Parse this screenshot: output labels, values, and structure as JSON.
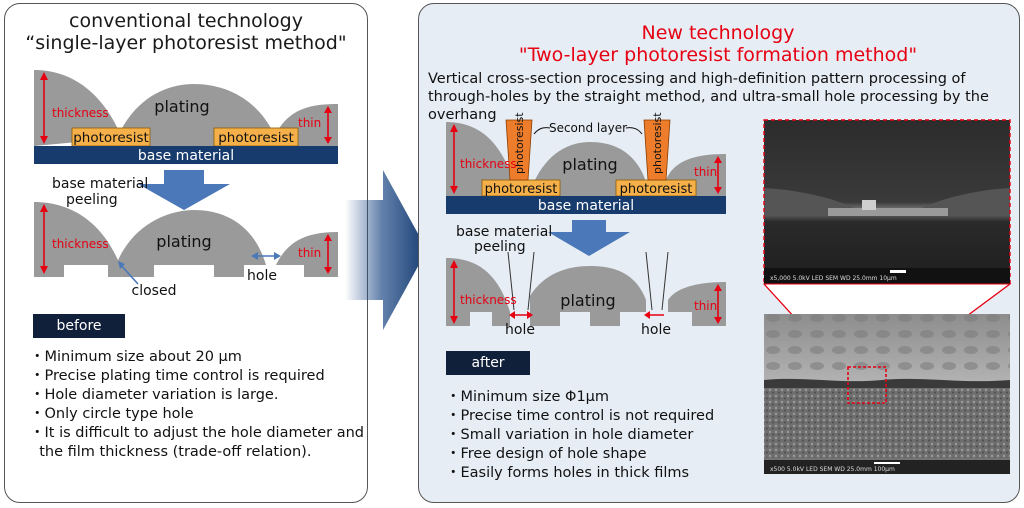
{
  "left": {
    "title_line1": "conventional technology",
    "title_line2": "“single-layer photoresist method\"",
    "diagram": {
      "thickness": "thickness",
      "plating": "plating",
      "thin": "thin",
      "photoresist": "photoresist",
      "base_material": "base material",
      "peeling_line1": "base material",
      "peeling_line2": "peeling",
      "closed": "closed",
      "hole": "hole"
    },
    "badge": "before",
    "bullets": [
      "・Minimum size about 20 µm",
      "・Precise plating time control is required",
      "・Hole diameter variation is large.",
      "・Only circle type hole",
      "・It is difficult to adjust the hole diameter and",
      "  the film thickness (trade-off relation)."
    ]
  },
  "right": {
    "title_line1": "New technology",
    "title_line2": "\"Two-layer photoresist formation method\"",
    "description_line1": "Vertical cross-section processing and high-definition pattern processing of",
    "description_line2": "through-holes by the straight method, and ultra-small hole processing by the overhang",
    "diagram": {
      "second_layer": "Second layer",
      "thickness": "thickness",
      "plating": "plating",
      "thin": "thin",
      "photoresist": "photoresist",
      "base_material": "base material",
      "peeling_line1": "base material",
      "peeling_line2": "peeling",
      "hole": "hole"
    },
    "badge": "after",
    "bullets": [
      "・Minimum size Φ1µm",
      "・Precise time control is not required",
      "・Small variation in hole diameter",
      "・Free design of hole shape",
      "・Easily forms holes in thick films"
    ],
    "sem_top_caption": "x5,000   5.0kV  LED   SEM   WD 25.0mm   10µm",
    "sem_bottom_caption": "x500   5.0kV  LED   SEM   WD 25.0mm   100µm"
  },
  "colors": {
    "plating": "#9a9a9a",
    "photoresist": "#f5b049",
    "second_layer": "#ee7d2b",
    "base": "#173b6c",
    "arrow_red": "#e60012",
    "down_arrow": "#4a78b8",
    "badge": "#10203a"
  }
}
